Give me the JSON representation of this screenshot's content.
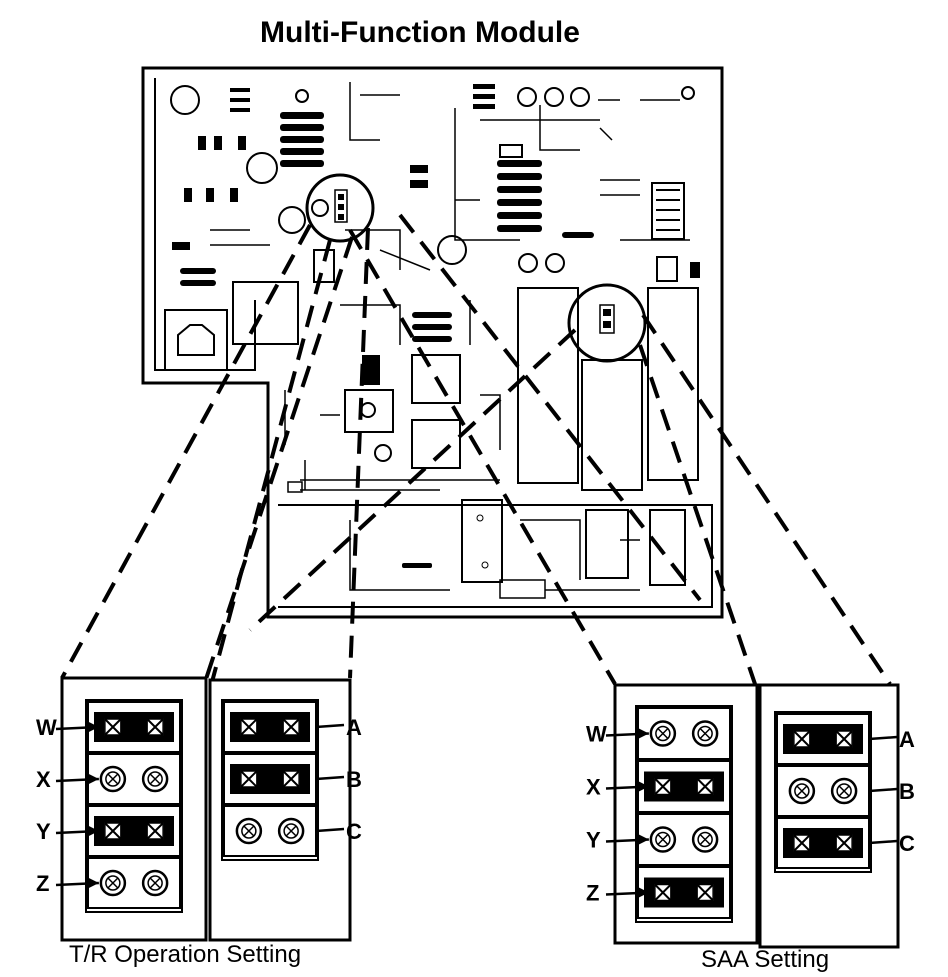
{
  "title": "Multi-Function Module",
  "left_group": {
    "caption": "T/R Operation Setting",
    "block1": {
      "rows": [
        {
          "label": "W",
          "jumper": true
        },
        {
          "label": "X",
          "jumper": false
        },
        {
          "label": "Y",
          "jumper": true
        },
        {
          "label": "Z",
          "jumper": false
        }
      ]
    },
    "block2": {
      "rows": [
        {
          "label": "A",
          "jumper": true
        },
        {
          "label": "B",
          "jumper": true
        },
        {
          "label": "C",
          "jumper": false
        }
      ]
    }
  },
  "right_group": {
    "caption": "SAA Setting",
    "block1": {
      "rows": [
        {
          "label": "W",
          "jumper": false
        },
        {
          "label": "X",
          "jumper": true
        },
        {
          "label": "Y",
          "jumper": false
        },
        {
          "label": "Z",
          "jumper": true
        }
      ]
    },
    "block2": {
      "rows": [
        {
          "label": "A",
          "jumper": true
        },
        {
          "label": "B",
          "jumper": false
        },
        {
          "label": "C",
          "jumper": true
        }
      ]
    }
  }
}
